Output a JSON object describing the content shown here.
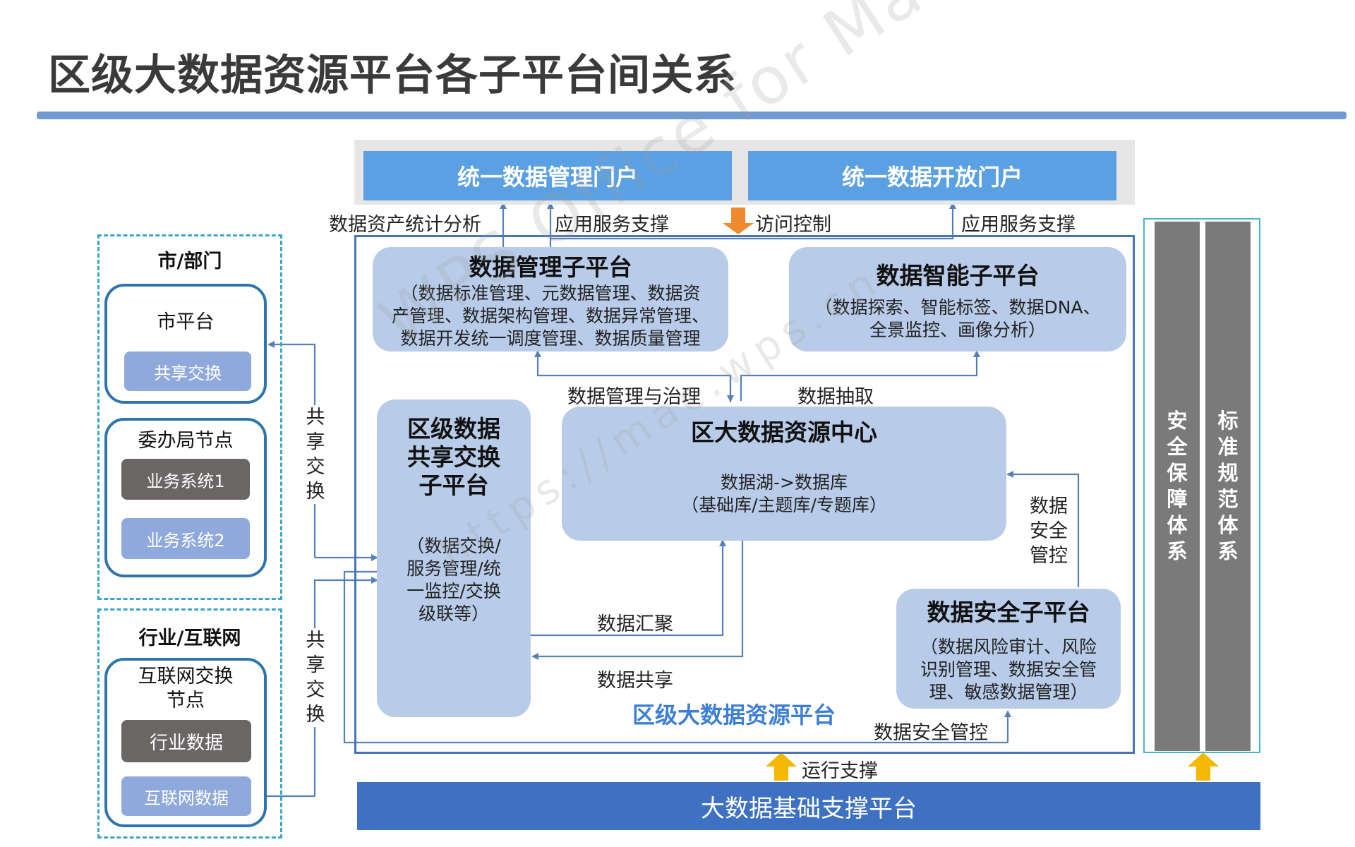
{
  "title": "区级大数据资源平台各子平台间关系",
  "portals": {
    "management": "统一数据管理门户",
    "open": "统一数据开放门户"
  },
  "flows": {
    "asset_stats": "数据资产统计分析",
    "app_support_left": "应用服务支撑",
    "access_control": "访问控制",
    "app_support_right": "应用服务支撑",
    "governance": "数据管理与治理",
    "extraction": "数据抽取",
    "security_control_side": "数据\n安全\n管控",
    "aggregation": "数据汇聚",
    "sharing": "数据共享",
    "security_control_bottom": "数据安全管控",
    "run_support": "运行支撑",
    "share_exchange_top": "共\n享\n交\n换",
    "share_exchange_bottom": "共\n享\n交\n换"
  },
  "subplatforms": {
    "management": {
      "title": "数据管理子平台",
      "desc": "（数据标准管理、元数据管理、数据资\n产管理、数据架构管理、数据异常管理、\n数据开发统一调度管理、数据质量管理"
    },
    "intelligence": {
      "title": "数据智能子平台",
      "desc": "（数据探索、智能标签、数据DNA、\n全景监控、画像分析）"
    },
    "exchange": {
      "title": "区级数据\n共享交换\n子平台",
      "desc": "（数据交换/\n服务管理/统\n一监控/交换\n级联等）"
    },
    "center": {
      "title": "区大数据资源中心",
      "desc": "数据湖->数据库\n（基础库/主题库/专题库）"
    },
    "security": {
      "title": "数据安全子平台",
      "desc": "（数据风险审计、风险\n识别管理、数据安全管\n理、敏感数据管理）"
    }
  },
  "platform_name": "区级大数据资源平台",
  "city": {
    "title": "市/部门",
    "platform": {
      "title": "市平台",
      "chip": "共享交换"
    },
    "bureau": {
      "title": "委办局节点",
      "chips": [
        "业务系统1",
        "业务系统2"
      ]
    }
  },
  "industry": {
    "title": "行业/互联网",
    "node": {
      "title": "互联网交换\n节点",
      "chips": [
        "行业数据",
        "互联网数据"
      ]
    }
  },
  "pillars": [
    "安\n全\n保\n障\n体\n系",
    "标\n准\n规\n范\n体\n系"
  ],
  "base": "大数据基础支撑平台",
  "watermark": {
    "main": "WPS Office for Mac",
    "sub": "https://mac.wps.cn"
  },
  "colors": {
    "portal": "#5aa0e3",
    "subplatform": "#b8cce9",
    "frame": "#4674b4",
    "base": "#3f71c2",
    "arrow_orange": "#ef8a2f",
    "arrow_yellow": "#f5b800",
    "pillar": "#7a7a7a"
  }
}
